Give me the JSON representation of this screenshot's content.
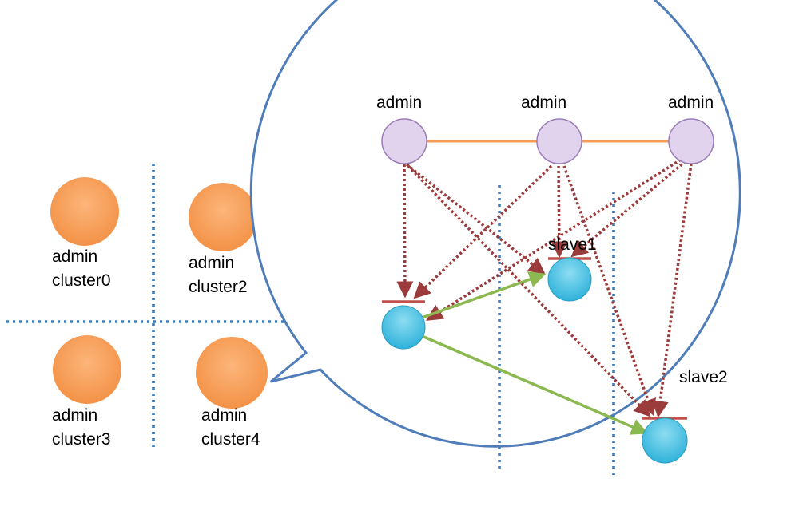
{
  "clusters": [
    {
      "line1": "admin",
      "line2": "cluster0"
    },
    {
      "line1": "admin",
      "line2": "cluster2"
    },
    {
      "line1": "admin",
      "line2": "cluster3"
    },
    {
      "line1": "admin",
      "line2": "cluster4"
    }
  ],
  "zoom": {
    "admins": [
      "admin",
      "admin",
      "admin"
    ],
    "slaves": {
      "slave1": "slave1",
      "slave2": "slave2"
    }
  },
  "colors": {
    "cluster_fill": "#F7A05C",
    "admin_fill": "#E1D3EE",
    "admin_stroke": "#9B7DB7",
    "slave_fill": "#4FC4E2",
    "slave_stroke": "#2E9CC0",
    "dotted_divider": "#3F78B8",
    "bubble_stroke": "#4F7DB9",
    "admin_link": "#F39A55",
    "dotted_arrow": "#9B3B3B",
    "green_arrow": "#8CB850",
    "bar": "#C0504D"
  }
}
